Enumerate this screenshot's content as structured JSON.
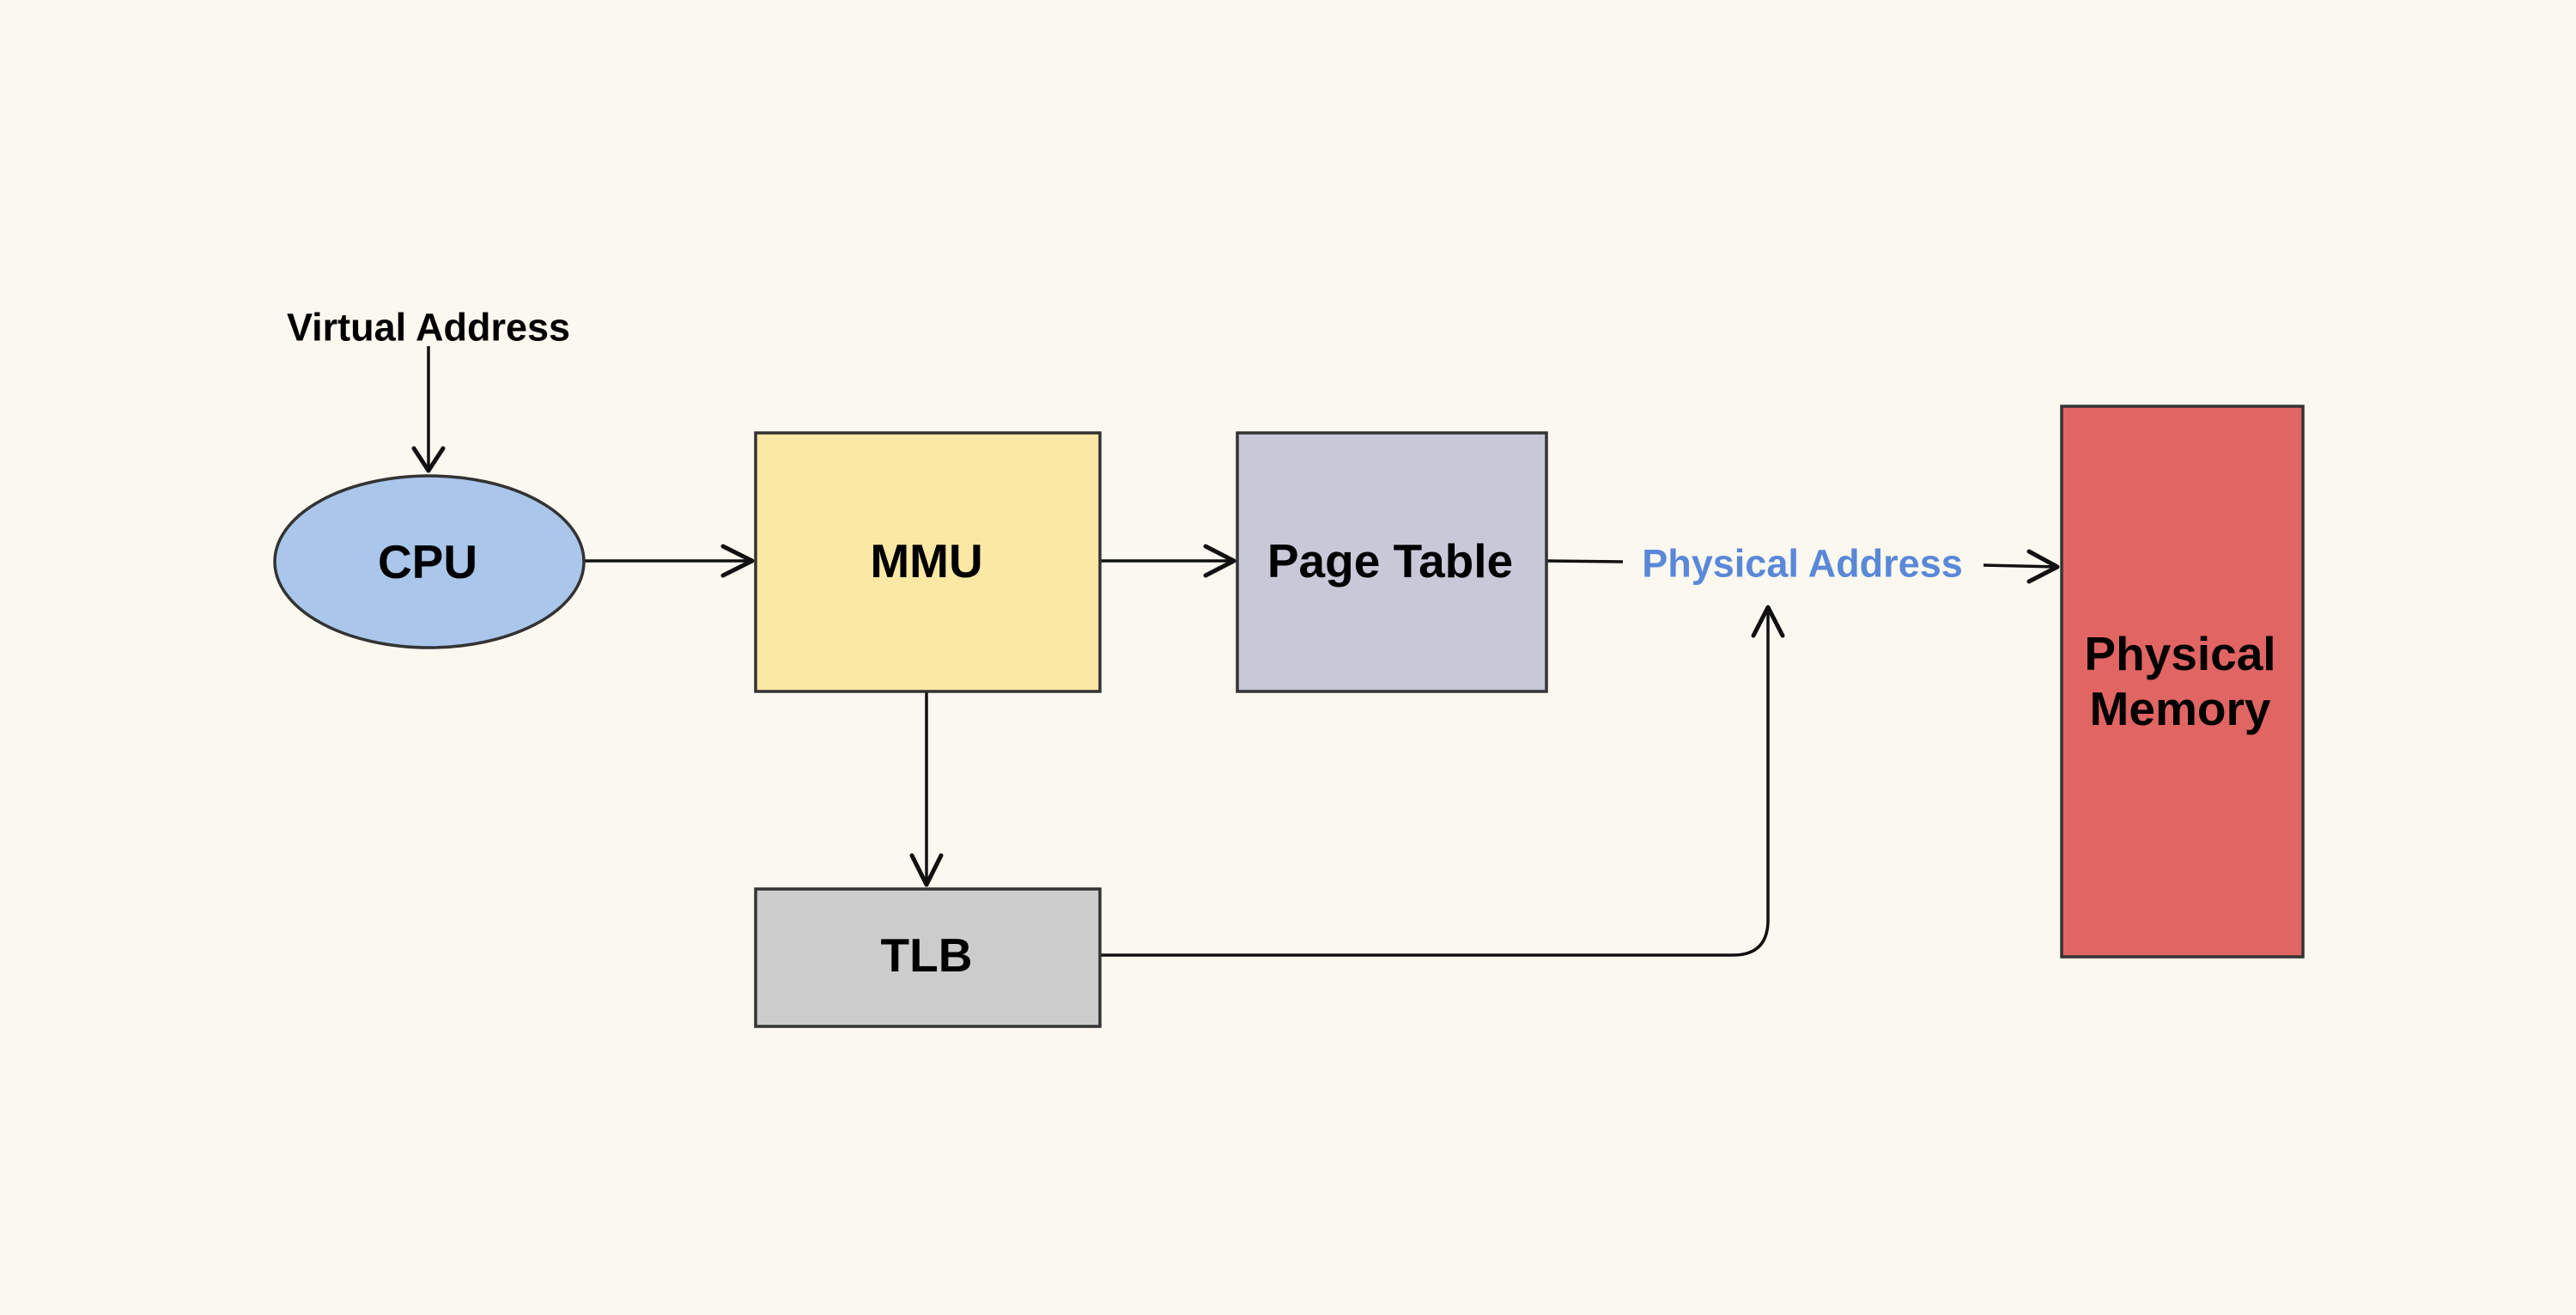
{
  "nodes": {
    "cpu": {
      "label": "CPU",
      "color": "#aac6ea"
    },
    "mmu": {
      "label": "MMU",
      "color": "#fae8a4"
    },
    "page_table": {
      "label": "Page Table",
      "color": "#c8c8d8"
    },
    "tlb": {
      "label": "TLB",
      "color": "#cccccc"
    },
    "physical_memory": {
      "label_line1": "Physical",
      "label_line2": "Memory",
      "color": "#e06563"
    }
  },
  "edge_labels": {
    "virtual_address": {
      "text": "Virtual Address",
      "color": "#000000"
    },
    "physical_address": {
      "text": "Physical Address",
      "color": "#5a88d8"
    }
  },
  "colors": {
    "background": "#fbf8ef",
    "stroke": "#333333"
  }
}
